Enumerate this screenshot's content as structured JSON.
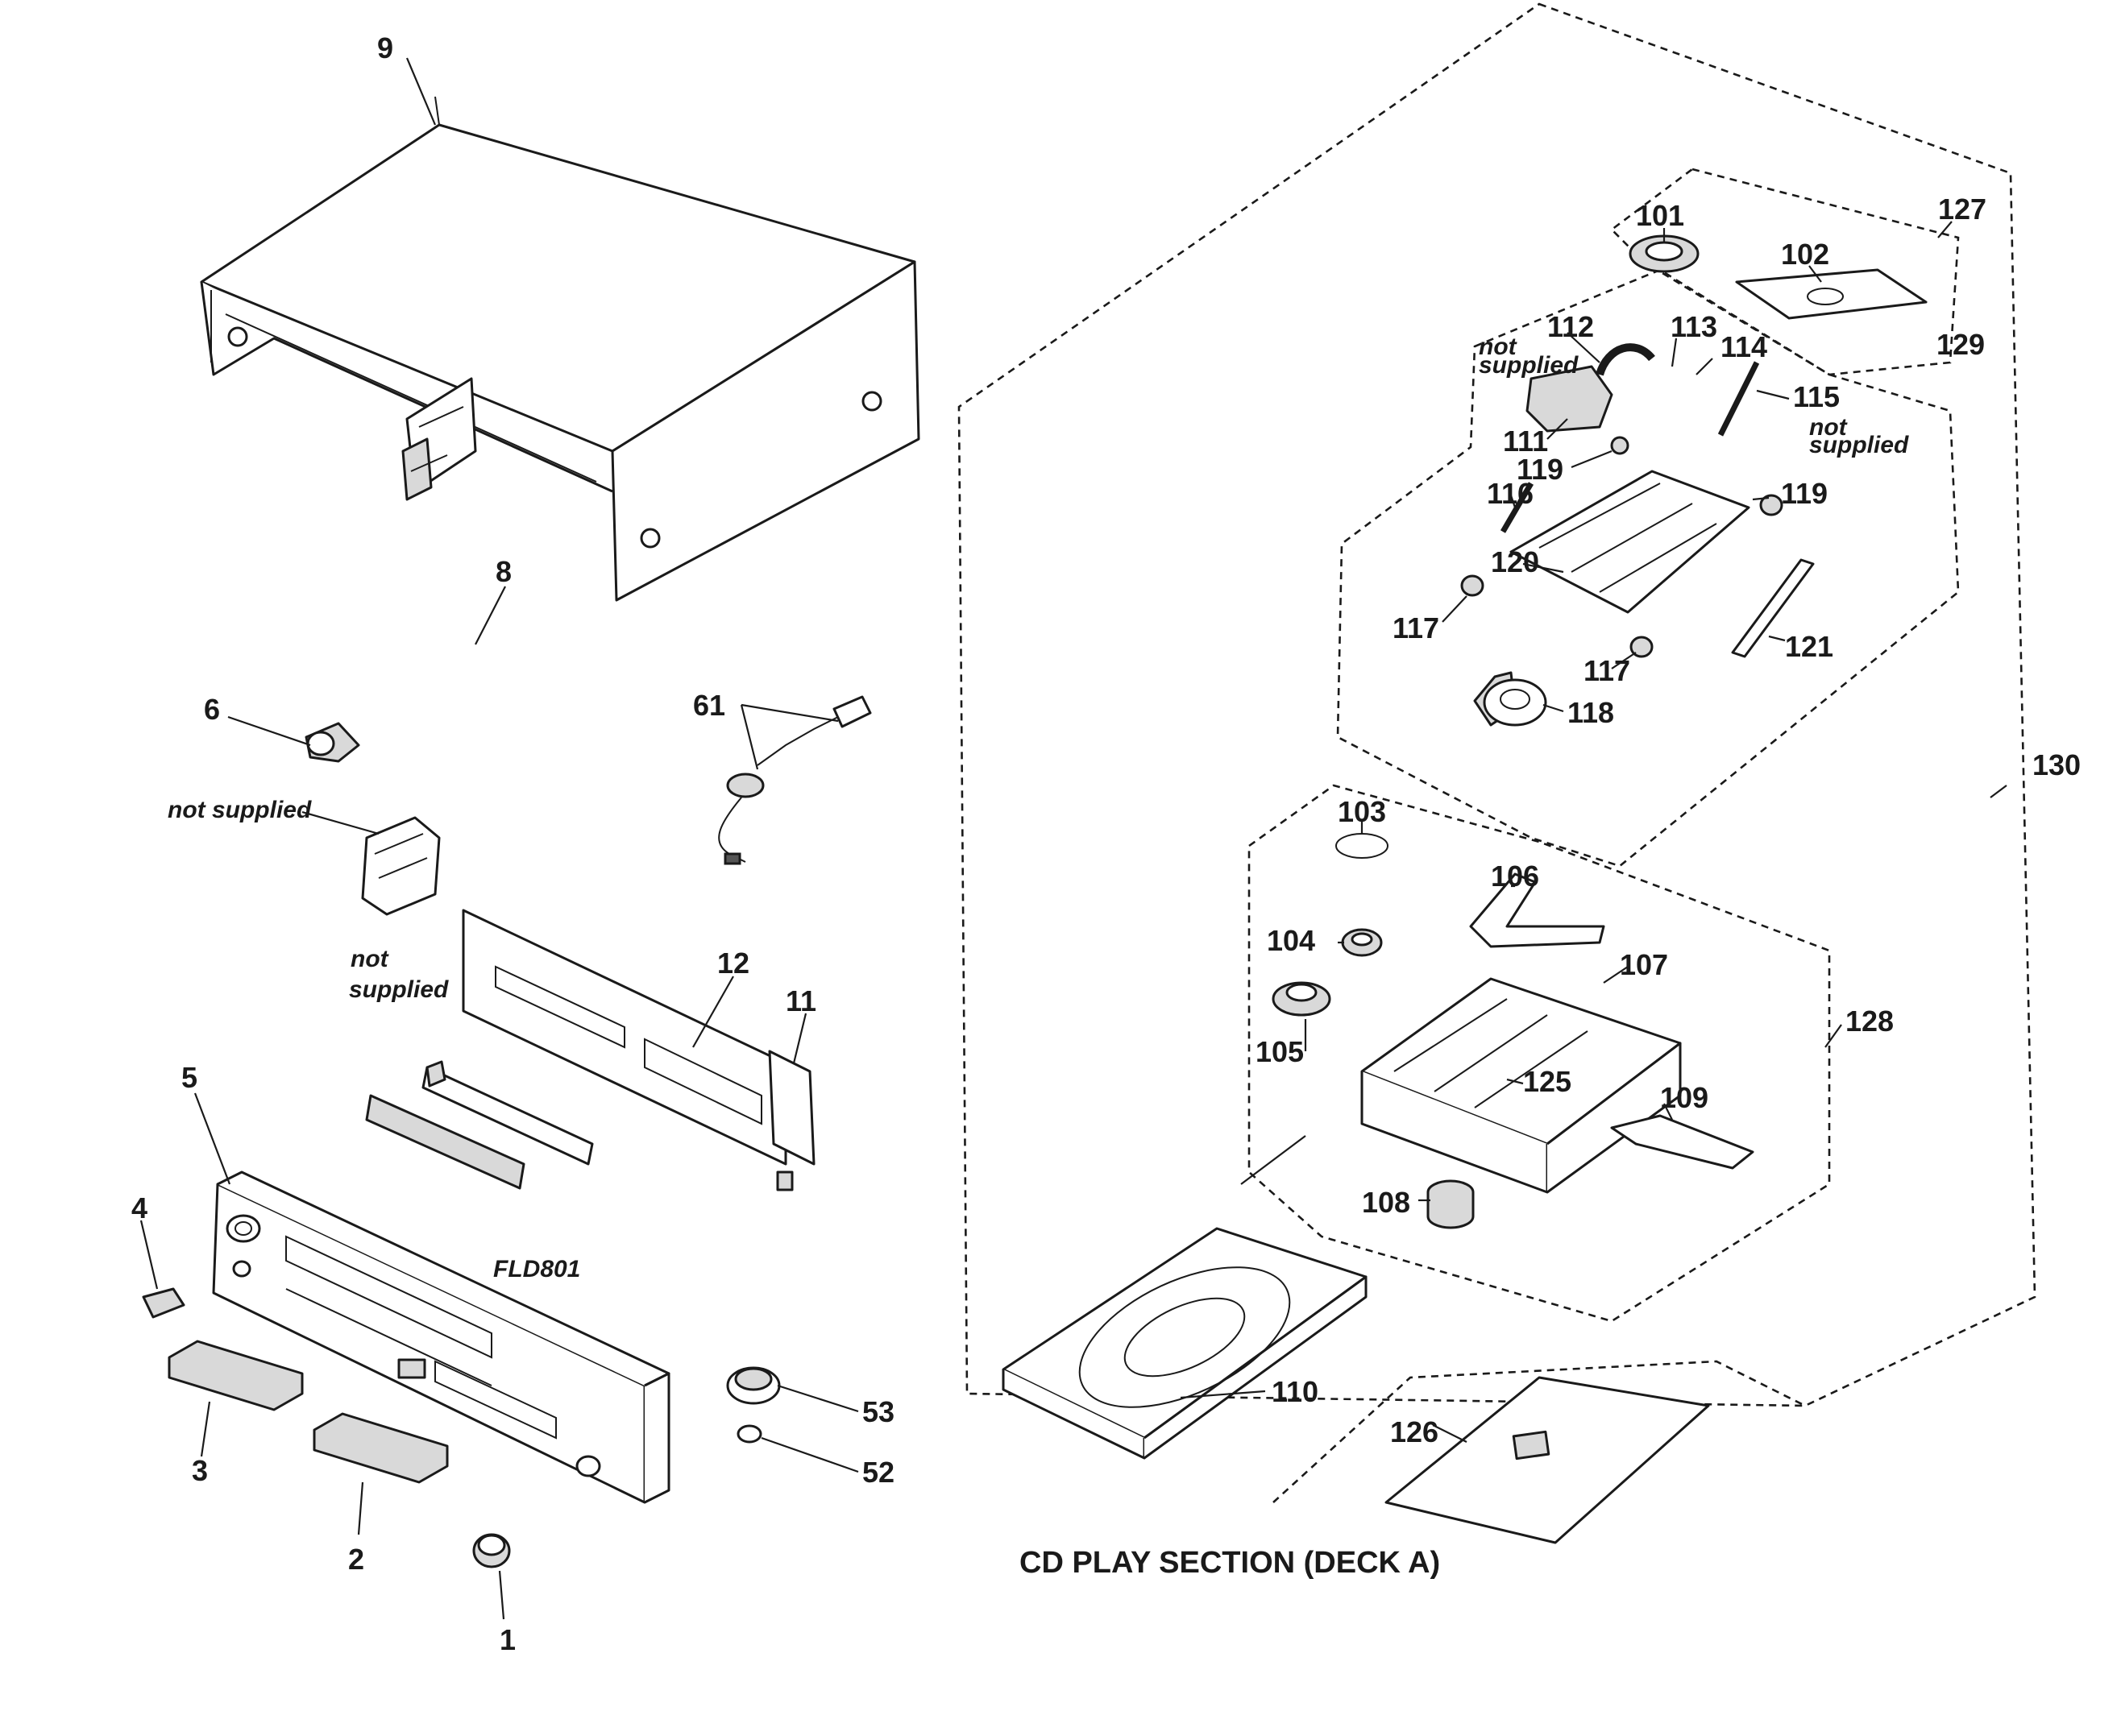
{
  "diagram": {
    "caption": "CD PLAY SECTION (DECK A)",
    "notes": {
      "not_supplied_inline": "not supplied",
      "not": "not",
      "supplied": "supplied"
    },
    "part_labels": {
      "p1": "1",
      "p2": "2",
      "p3": "3",
      "p4": "4",
      "p5": "5",
      "p6": "6",
      "p8": "8",
      "p9": "9",
      "p11": "11",
      "p12": "12",
      "p52": "52",
      "p53": "53",
      "p61": "61",
      "fld801": "FLD801",
      "p101": "101",
      "p102": "102",
      "p103": "103",
      "p104": "104",
      "p105": "105",
      "p106": "106",
      "p107": "107",
      "p108": "108",
      "p109": "109",
      "p110": "110",
      "p111": "111",
      "p112": "112",
      "p113": "113",
      "p114": "114",
      "p115": "115",
      "p116": "116",
      "p117a": "117",
      "p117b": "117",
      "p118": "118",
      "p119a": "119",
      "p119b": "119",
      "p120": "120",
      "p121": "121",
      "p125": "125",
      "p126": "126",
      "p127": "127",
      "p128": "128",
      "p129": "129",
      "p130": "130"
    }
  }
}
